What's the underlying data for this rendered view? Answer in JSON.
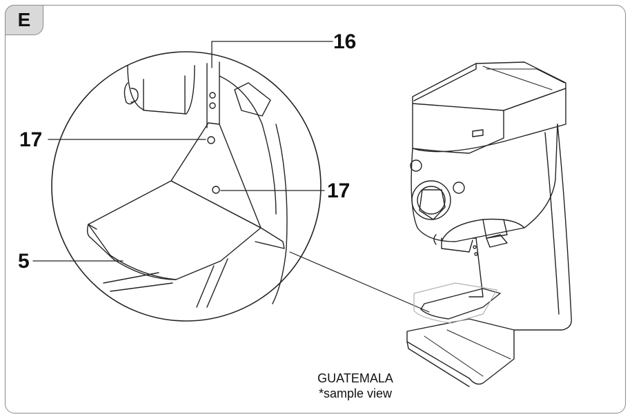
{
  "section_label": "E",
  "callouts": {
    "c16": "16",
    "c17_left": "17",
    "c17_right": "17",
    "c5": "5"
  },
  "caption": {
    "model": "GUATEMALA",
    "note": "*sample view"
  },
  "colors": {
    "frame": "#8a8a8a",
    "tab_fill": "#d9d9d9",
    "line": "#222222",
    "tray_highlight": "#b0b0b0"
  }
}
